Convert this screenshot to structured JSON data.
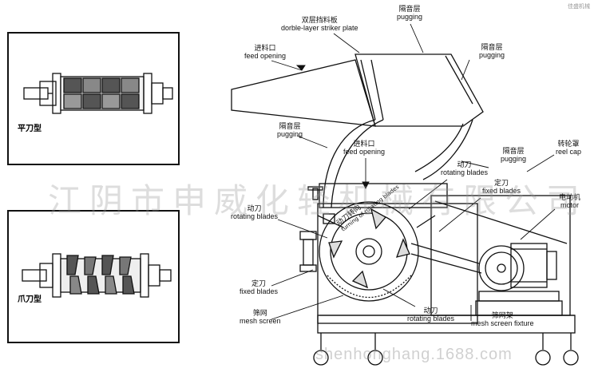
{
  "brand": "佳盛机械",
  "watermark": "江阴市申威化轻机械有限公司",
  "url_watermark": "shenhonghang.1688.com",
  "insets": {
    "flat_blade": {
      "title": "平刀型"
    },
    "claw_blade": {
      "title": "爪刀型"
    }
  },
  "labels": {
    "double_plate": {
      "cn": "双层挡料板",
      "en": "dorble-layer striker plate"
    },
    "pugging_top": {
      "cn": "隔音层",
      "en": "pugging"
    },
    "pugging_right": {
      "cn": "隔音层",
      "en": "pugging"
    },
    "feed_opening_1": {
      "cn": "进料口",
      "en": "feed opening"
    },
    "pugging_left": {
      "cn": "隔音层",
      "en": "pugging"
    },
    "feed_opening_2": {
      "cn": "进料口",
      "en": "feed opening"
    },
    "pugging_mid": {
      "cn": "隔音层",
      "en": "pugging"
    },
    "reel_cap": {
      "cn": "转轮罩",
      "en": "reel cap"
    },
    "rotating_blades_1": {
      "cn": "动刀",
      "en": "rotating blades"
    },
    "fixed_blades_1": {
      "cn": "定刀",
      "en": "fixed blades"
    },
    "motor": {
      "cn": "电动机",
      "en": "motor"
    },
    "rotating_blades_2": {
      "cn": "动刀",
      "en": "rotating blades"
    },
    "fixed_blades_2": {
      "cn": "定刀",
      "en": "fixed blades"
    },
    "mesh_screen": {
      "cn": "筛网",
      "en": "mesh screen"
    },
    "rotating_blades_3": {
      "cn": "动刀",
      "en": "rotating blades"
    },
    "mesh_fixture": {
      "cn": "筛网架",
      "en": "mesh screen fixture"
    },
    "rotation_dir": {
      "cn": "动刀转向",
      "en": "turning of rotating blades"
    }
  }
}
